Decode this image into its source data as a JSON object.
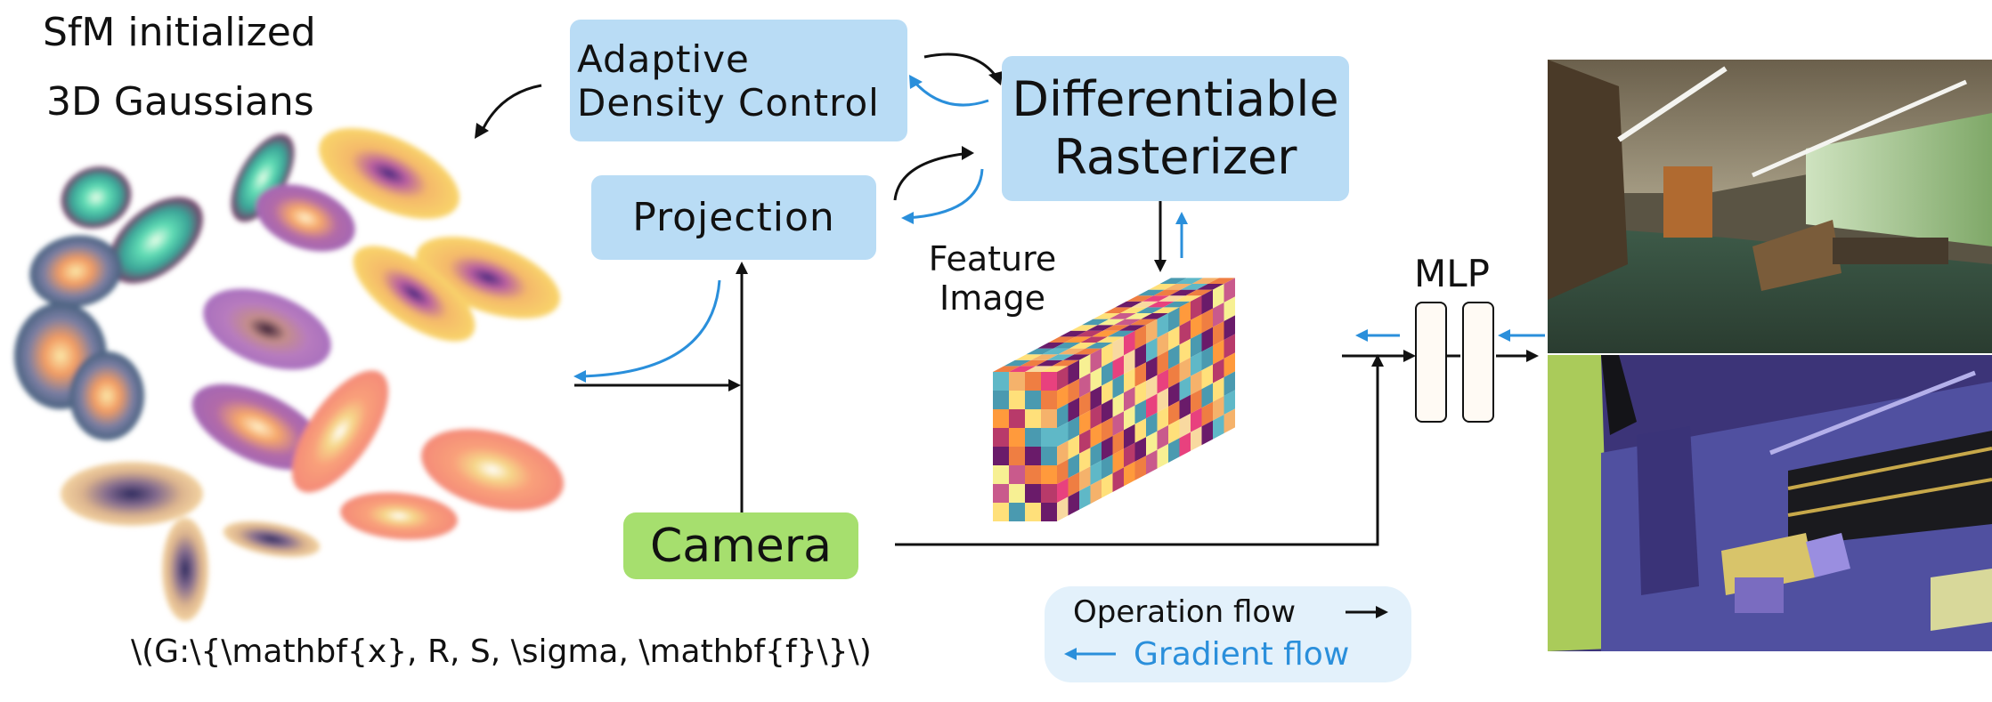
{
  "gaussians_title_line1": "SfM initialized",
  "gaussians_title_line2": "3D Gaussians",
  "formula": "\\(G:\\{\\mathbf{x}, R, S, \\sigma, \\mathbf{f}\\}\\)",
  "adaptive_line1": "Adaptive",
  "adaptive_line2": "Density Control",
  "rasterizer_line1": "Differentiable",
  "rasterizer_line2": "Rasterizer",
  "projection": "Projection",
  "camera": "Camera",
  "feature_line1": "Feature",
  "feature_line2": "Image",
  "mlp": "MLP",
  "legend_operation": "Operation flow",
  "legend_gradient": "Gradient flow",
  "colors": {
    "box_blue": "#b9dcf5",
    "camera_green": "#a6df6e",
    "gradient_blue": "#2a8fdb",
    "operation_black": "#111111",
    "legend_bg": "#e3f1fb",
    "seg_floor": "#5050a0",
    "seg_wall": "#aacb5a"
  }
}
